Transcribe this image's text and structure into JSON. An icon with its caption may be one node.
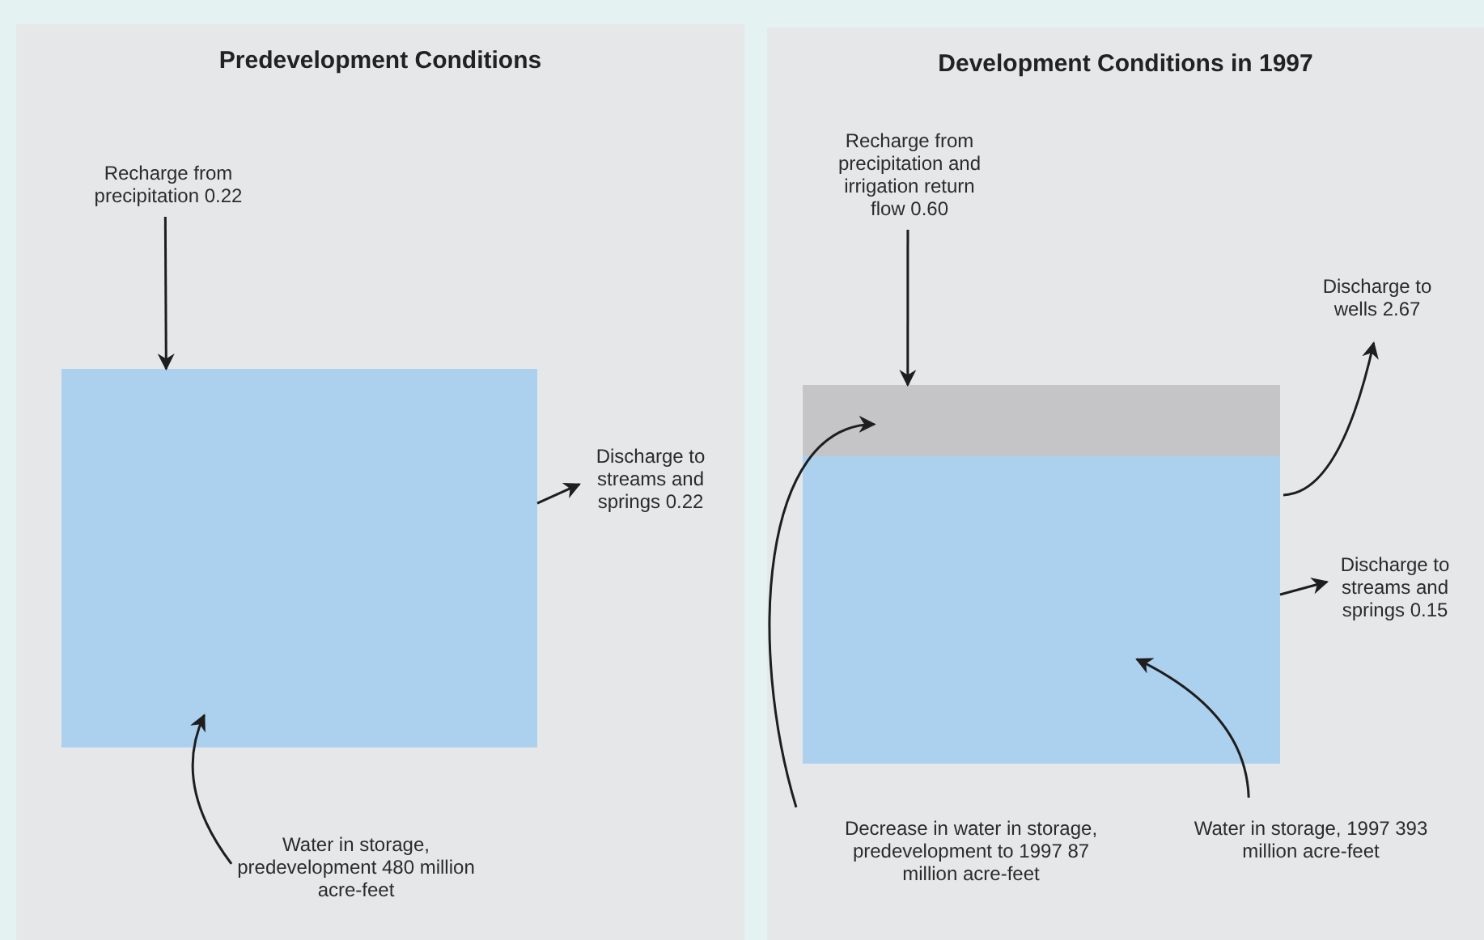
{
  "diagram": {
    "nodes": [
      {
        "text": [
          "Predevelopment Conditions"
        ]
      },
      {
        "text": [
          "Recharge from precipitation 0.22"
        ],
        "in": 0
      },
      {
        "text": [],
        "shape": "box",
        "in": 0
      },
      {
        "text": [
          "Discharge to streams and springs 0.22"
        ],
        "in": 0
      },
      {
        "text": [
          "Water in storage, predevelopment 480 million acre-feet"
        ],
        "in": 0
      },
      {
        "text": [
          "Development Conditions in 1997"
        ]
      },
      {
        "text": [
          "Recharge from precipitation and irrigation return flow 0.60"
        ],
        "in": 5
      },
      {
        "text": [
          "Discharge to wells 2.67"
        ],
        "in": 5
      },
      {
        "text": [],
        "shape": "bar",
        "in": 5
      },
      {
        "text": [],
        "shape": "box",
        "in": 5
      },
      {
        "text": [
          "Discharge to streams and springs 0.15"
        ],
        "in": 5
      },
      {
        "text": [
          "Decrease in water in storage, predevelopment to 1997 87 million acre-feet"
        ],
        "in": 5
      },
      {
        "text": [
          "Water in storage, 1997 393 million acre-feet"
        ],
        "in": 5
      }
    ],
    "edges": [
      {
        "from": 1,
        "to": 2,
        "arrow": "to"
      },
      {
        "from": 2,
        "to": 3,
        "arrow": "to"
      },
      {
        "from": 4,
        "to": 2,
        "arrow": "to"
      },
      {
        "from": 6,
        "to": 8,
        "arrow": "to"
      },
      {
        "from": 9,
        "to": 7,
        "arrow": "to"
      },
      {
        "from": 9,
        "to": 10,
        "arrow": "to"
      },
      {
        "from": 11,
        "to": 8,
        "arrow": "to"
      },
      {
        "from": 12,
        "to": 9,
        "arrow": "to"
      }
    ]
  }
}
